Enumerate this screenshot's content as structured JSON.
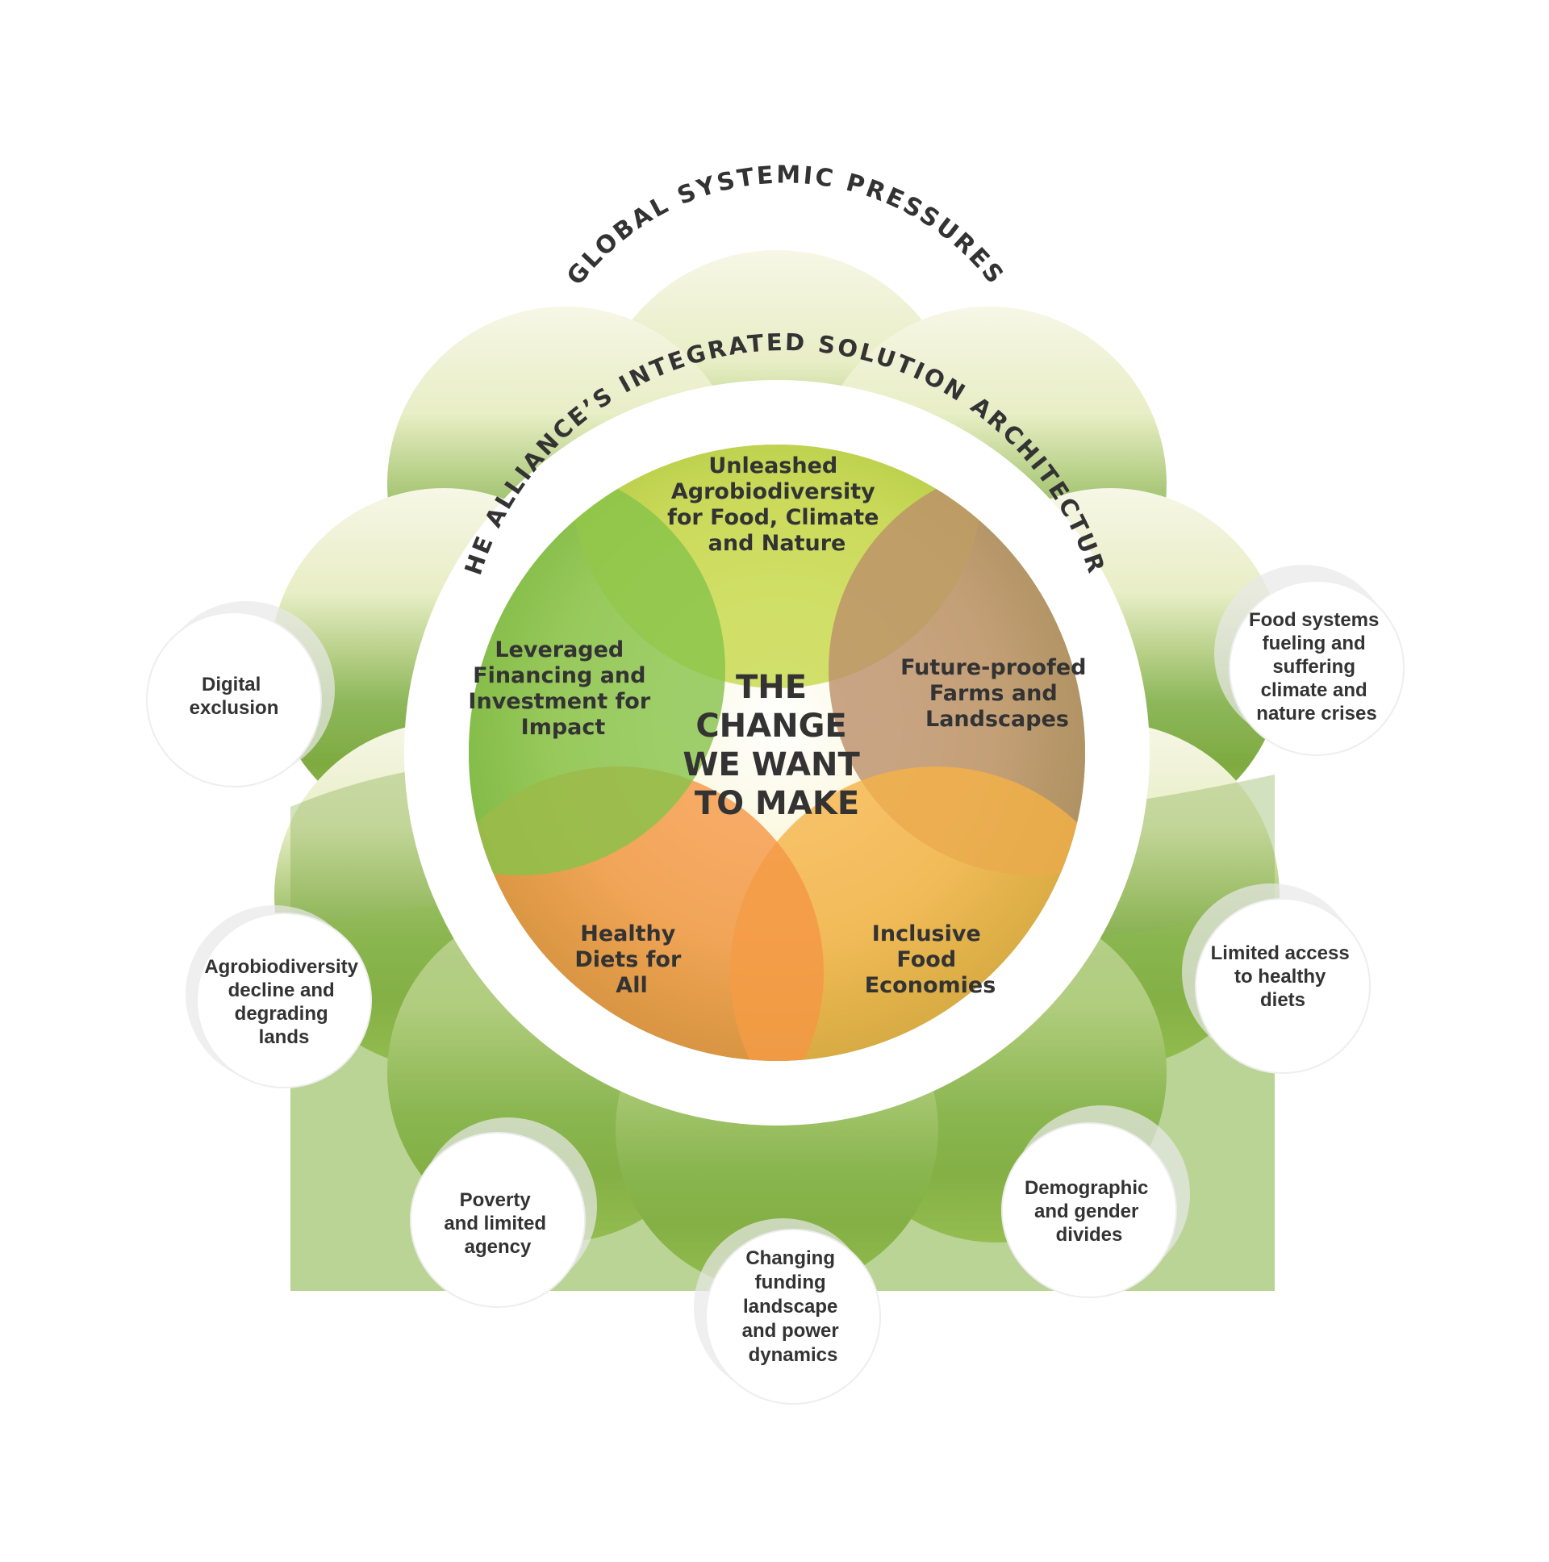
{
  "outer_title": "GLOBAL SYSTEMIC PRESSURES",
  "inner_title": "THE ALLIANCE’S INTEGRATED SOLUTION ARCHITECTURE",
  "center": [
    "THE",
    "CHANGE",
    "WE WANT",
    "TO MAKE"
  ],
  "petals": [
    {
      "id": "agrobiodiversity",
      "lines": [
        "Unleashed",
        "Agrobiodiversity",
        "for Food, Climate",
        "and Nature"
      ],
      "color": "#cfdc5c"
    },
    {
      "id": "farms",
      "lines": [
        "Future-proofed",
        "Farms and",
        "Landscapes"
      ],
      "color": "#c9a281"
    },
    {
      "id": "food-economies",
      "lines": [
        "Inclusive",
        "Food",
        "Economies"
      ],
      "color": "#f6bd5e"
    },
    {
      "id": "healthy-diets",
      "lines": [
        "Healthy",
        "Diets for",
        "All"
      ],
      "color": "#f6a15b"
    },
    {
      "id": "financing",
      "lines": [
        "Leveraged",
        "Financing and",
        "Investment for",
        "Impact"
      ],
      "color": "#9ccd63"
    }
  ],
  "pressures": [
    {
      "id": "digital-exclusion",
      "lines": [
        "Digital",
        "exclusion"
      ]
    },
    {
      "id": "agrobiodiversity-decline",
      "lines": [
        "Agrobiodiversity",
        "decline and",
        "degrading",
        "lands"
      ]
    },
    {
      "id": "poverty",
      "lines": [
        "Poverty",
        "and limited",
        "agency"
      ]
    },
    {
      "id": "funding-landscape",
      "lines": [
        "Changing",
        "funding",
        "landscape",
        "and power",
        "dynamics"
      ]
    },
    {
      "id": "demographic",
      "lines": [
        "Demographic",
        "and gender",
        "divides"
      ]
    },
    {
      "id": "healthy-diets-access",
      "lines": [
        "Limited access",
        "to healthy",
        "diets"
      ]
    },
    {
      "id": "climate-crises",
      "lines": [
        "Food systems",
        "fueling and",
        "suffering",
        "climate and",
        "nature crises"
      ]
    }
  ],
  "colors": {
    "text": "#333333",
    "ring": "#ffffff",
    "landscape_light": "#f3f5dc",
    "landscape_dark": "#6d9a32",
    "circle_shadow": "#ececec"
  }
}
